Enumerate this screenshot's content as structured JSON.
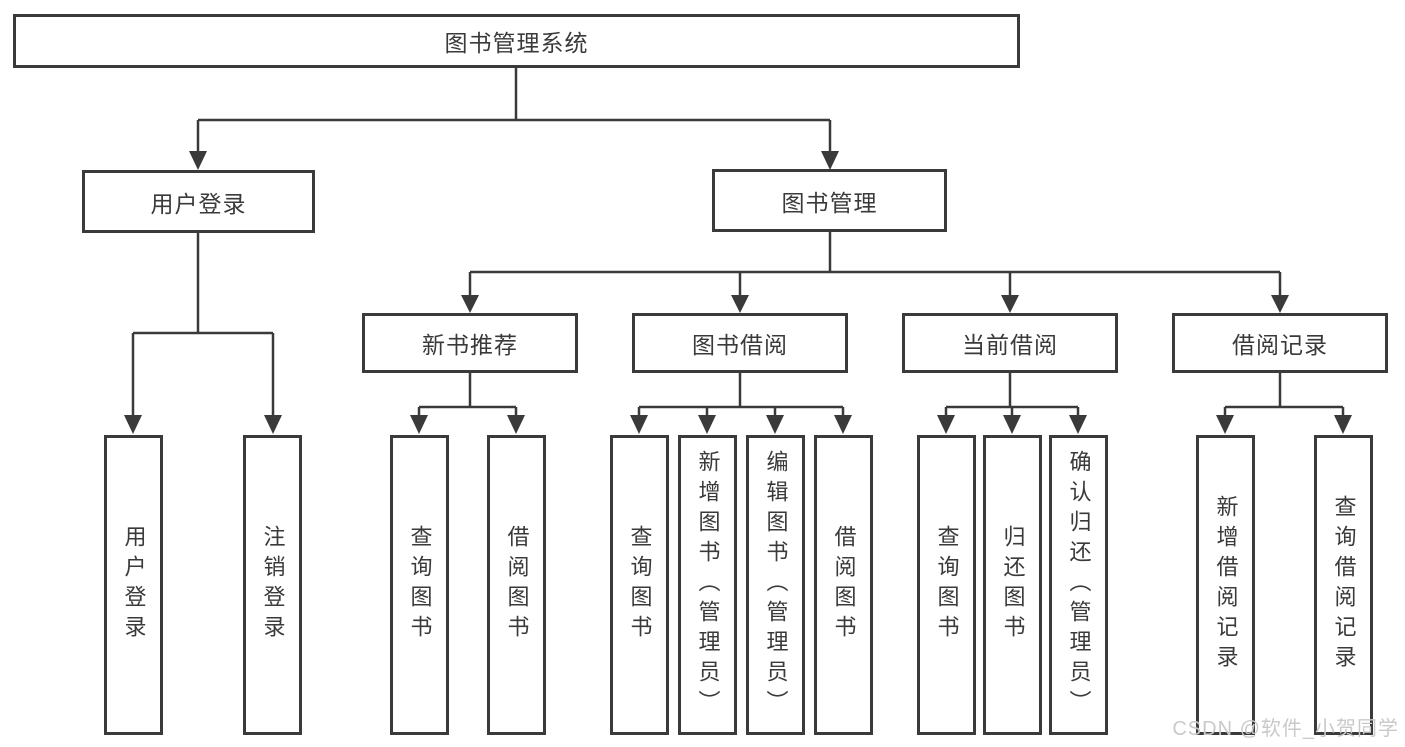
{
  "root": {
    "label": "图书管理系统"
  },
  "level2": {
    "user_login": {
      "label": "用户登录"
    },
    "book_mgmt": {
      "label": "图书管理"
    }
  },
  "level3": {
    "new_books": {
      "label": "新书推荐"
    },
    "book_borrow": {
      "label": "图书借阅"
    },
    "current_borrow": {
      "label": "当前借阅"
    },
    "borrow_records": {
      "label": "借阅记录"
    }
  },
  "leaves": {
    "user_login": [
      "用户登录",
      "注销登录"
    ],
    "new_books": [
      "查询图书",
      "借阅图书"
    ],
    "book_borrow": [
      "查询图书",
      "新增图书（管理员）",
      "编辑图书（管理员）",
      "借阅图书"
    ],
    "current_borrow": [
      "查询图书",
      "归还图书",
      "确认归还（管理员）"
    ],
    "borrow_records": [
      "新增借阅记录",
      "查询借阅记录"
    ]
  },
  "watermark": "CSDN @软件_小贺同学",
  "colors": {
    "line": "#3a3a3a",
    "text": "#3a3a3a",
    "box_background": "#ffffff",
    "watermark": "#c9c9c9",
    "background": "#ffffff"
  }
}
